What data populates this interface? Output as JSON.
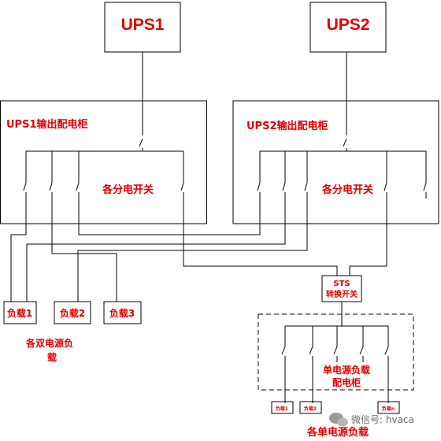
{
  "ups1": {
    "title": "UPS1",
    "cabinet_title": "UPS1输出配电柜",
    "breakers_label": "各分电开关"
  },
  "ups2": {
    "title": "UPS2",
    "cabinet_title": "UPS2输出配电柜",
    "breakers_label": "各分电开关"
  },
  "dual_loads": {
    "items": [
      "负载1",
      "负载2",
      "负载3"
    ],
    "caption_line1": "各双电源负",
    "caption_line2": "载"
  },
  "sts": {
    "line1": "STS",
    "line2": "转换开关"
  },
  "single_cabinet": {
    "line1": "单电源负载",
    "line2": "配电柜"
  },
  "single_loads": {
    "items": [
      "负载1",
      "负载2",
      "负载n"
    ],
    "caption": "各单电源负载"
  },
  "watermark": {
    "text": "微信号: hvaca"
  },
  "colors": {
    "label_red": "#e00000",
    "line": "#000000"
  }
}
